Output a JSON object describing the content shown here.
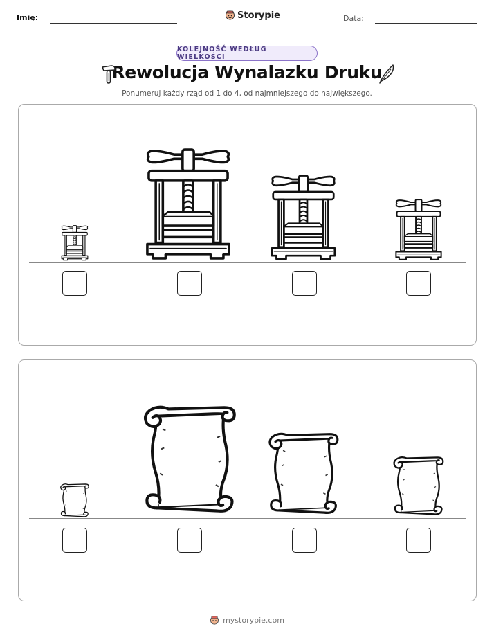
{
  "header": {
    "name_label": "Imię:",
    "date_label": "Data:",
    "brand": "Storypie"
  },
  "badge": "KOLEJNOŚĆ WEDŁUG WIELKOŚCI",
  "title": "Rewolucja Wynalazku Druku",
  "instructions": "Ponumeruj każdy rząd od 1 do 4, od najmniejszego do największego.",
  "footer": "mystorypie.com",
  "icons": {
    "title_left": "hammer-icon",
    "title_right": "quill-feather-icon",
    "row1_item": "printing-press-icon",
    "row2_item": "scroll-icon"
  }
}
